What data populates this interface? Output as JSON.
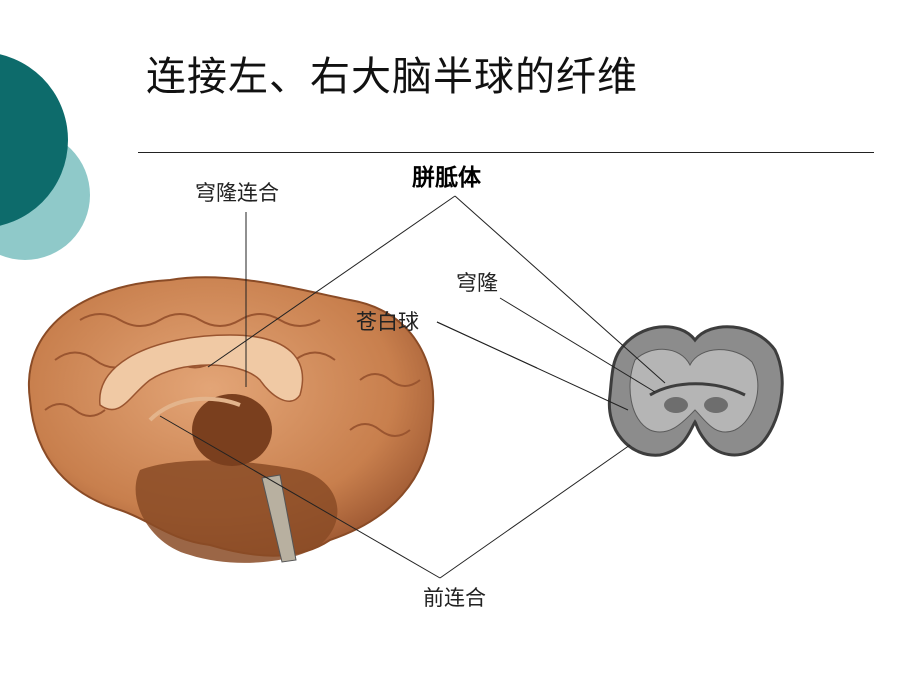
{
  "title": "连接左、右大脑半球的纤维",
  "labels": {
    "corpus_callosum": "胼胝体",
    "fornix_commissure": "穹隆连合",
    "fornix": "穹隆",
    "globus_pallidus": "苍白球",
    "anterior_commissure": "前连合"
  },
  "colors": {
    "accent_dark": "#0d6b6b",
    "accent_light": "#8fc9c9",
    "brain_tissue": "#c87f4d",
    "brain_shadow": "#8a4b26",
    "section_gray": "#8c8c8c"
  }
}
